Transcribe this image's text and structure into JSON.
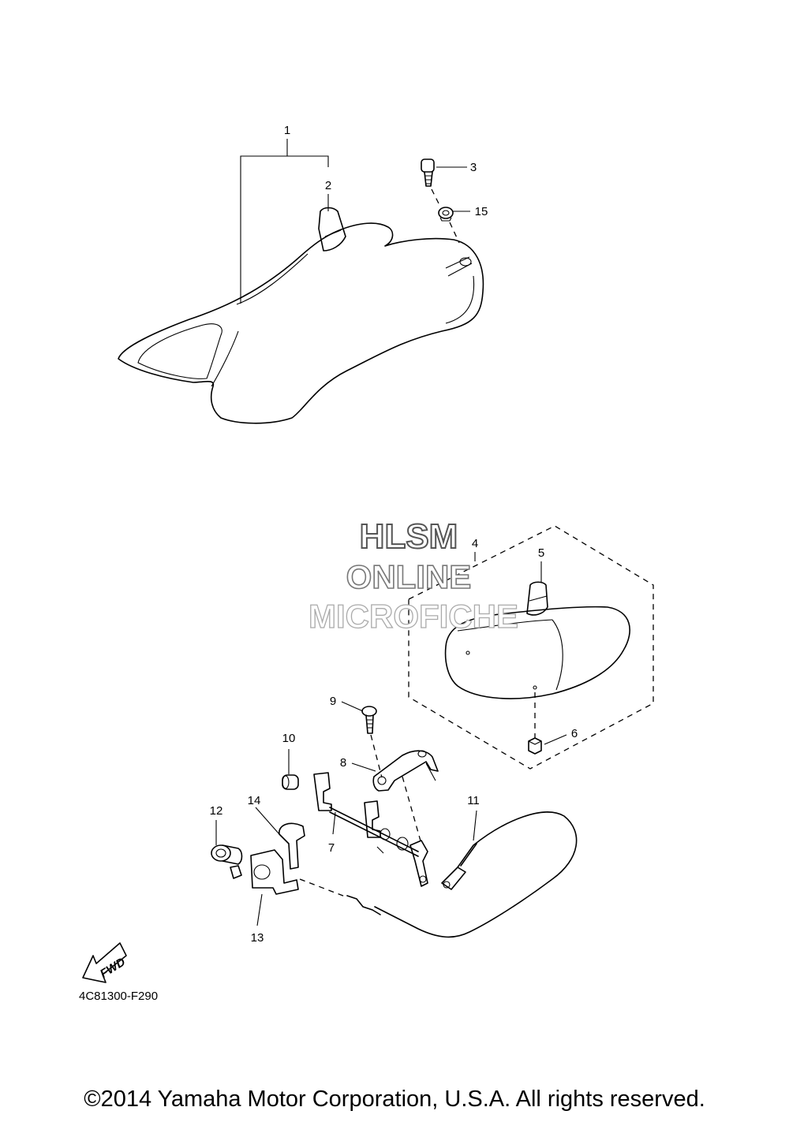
{
  "parts": [
    {
      "number": "1"
    },
    {
      "number": "2"
    },
    {
      "number": "3"
    },
    {
      "number": "15"
    },
    {
      "number": "4"
    },
    {
      "number": "5"
    },
    {
      "number": "6"
    },
    {
      "number": "9"
    },
    {
      "number": "10"
    },
    {
      "number": "8"
    },
    {
      "number": "7"
    },
    {
      "number": "11"
    },
    {
      "number": "12"
    },
    {
      "number": "14"
    },
    {
      "number": "13"
    }
  ],
  "watermark": {
    "line1": "HLSM",
    "line2": "ONLINE",
    "line3": "MICROFICHE"
  },
  "fwd_label": "FWD",
  "diagram_code": "4C81300-F290",
  "copyright": "©2014 Yamaha Motor Corporation, U.S.A. All rights reserved."
}
